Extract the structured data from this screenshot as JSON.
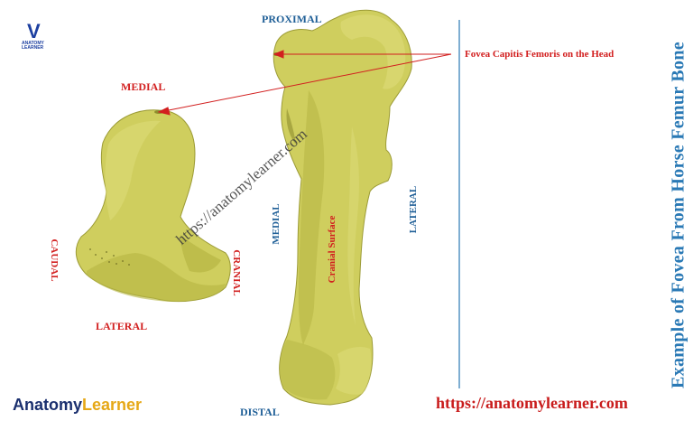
{
  "title": "Example of Fovea From Horse Femur Bone",
  "annotation": "Fovea  Capitis Femoris on the Head",
  "watermark": "https://anatomylearner.com",
  "url_footer": "https://anatomylearner.com",
  "brand": {
    "part1": "Anatomy",
    "part2": "Learner"
  },
  "logo_mark": {
    "letter": "V",
    "line1": "ANATOMY",
    "line2": "LEARNER"
  },
  "left_view": {
    "medial": "MEDIAL",
    "caudal": "CAUDAL",
    "cranial": "CRANIAL",
    "lateral": "LATERAL"
  },
  "right_view": {
    "proximal": "PROXIMAL",
    "medial": "MEDIAL",
    "lateral": "LATERAL",
    "distal": "DISTAL",
    "surface": "Cranial Surface"
  },
  "colors": {
    "bone_fill": "#cfce5e",
    "bone_shade": "#a9a83b",
    "label_blue": "#1f5f97",
    "label_red": "#d21f1f",
    "title_blue": "#2a79b5"
  }
}
